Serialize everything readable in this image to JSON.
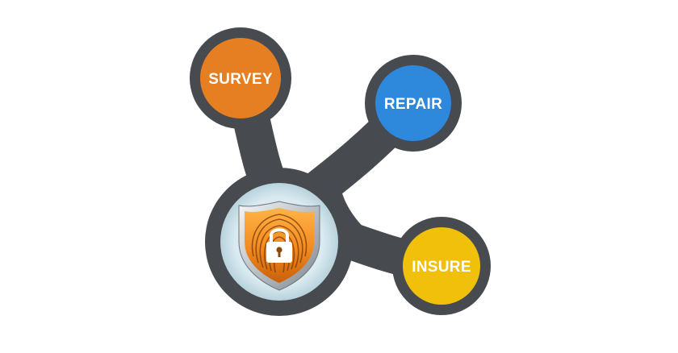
{
  "nodes": {
    "survey": {
      "label": "SURVEY",
      "color": "#e67e22"
    },
    "repair": {
      "label": "REPAIR",
      "color": "#2e88dc"
    },
    "insure": {
      "label": "INSURE",
      "color": "#f0c00a"
    }
  },
  "center": {
    "icon": "fingerprint-shield-lock-icon",
    "shield_color": "#f28a1e",
    "ring_color": "#cfe3ea"
  },
  "connector_color": "#474b50"
}
